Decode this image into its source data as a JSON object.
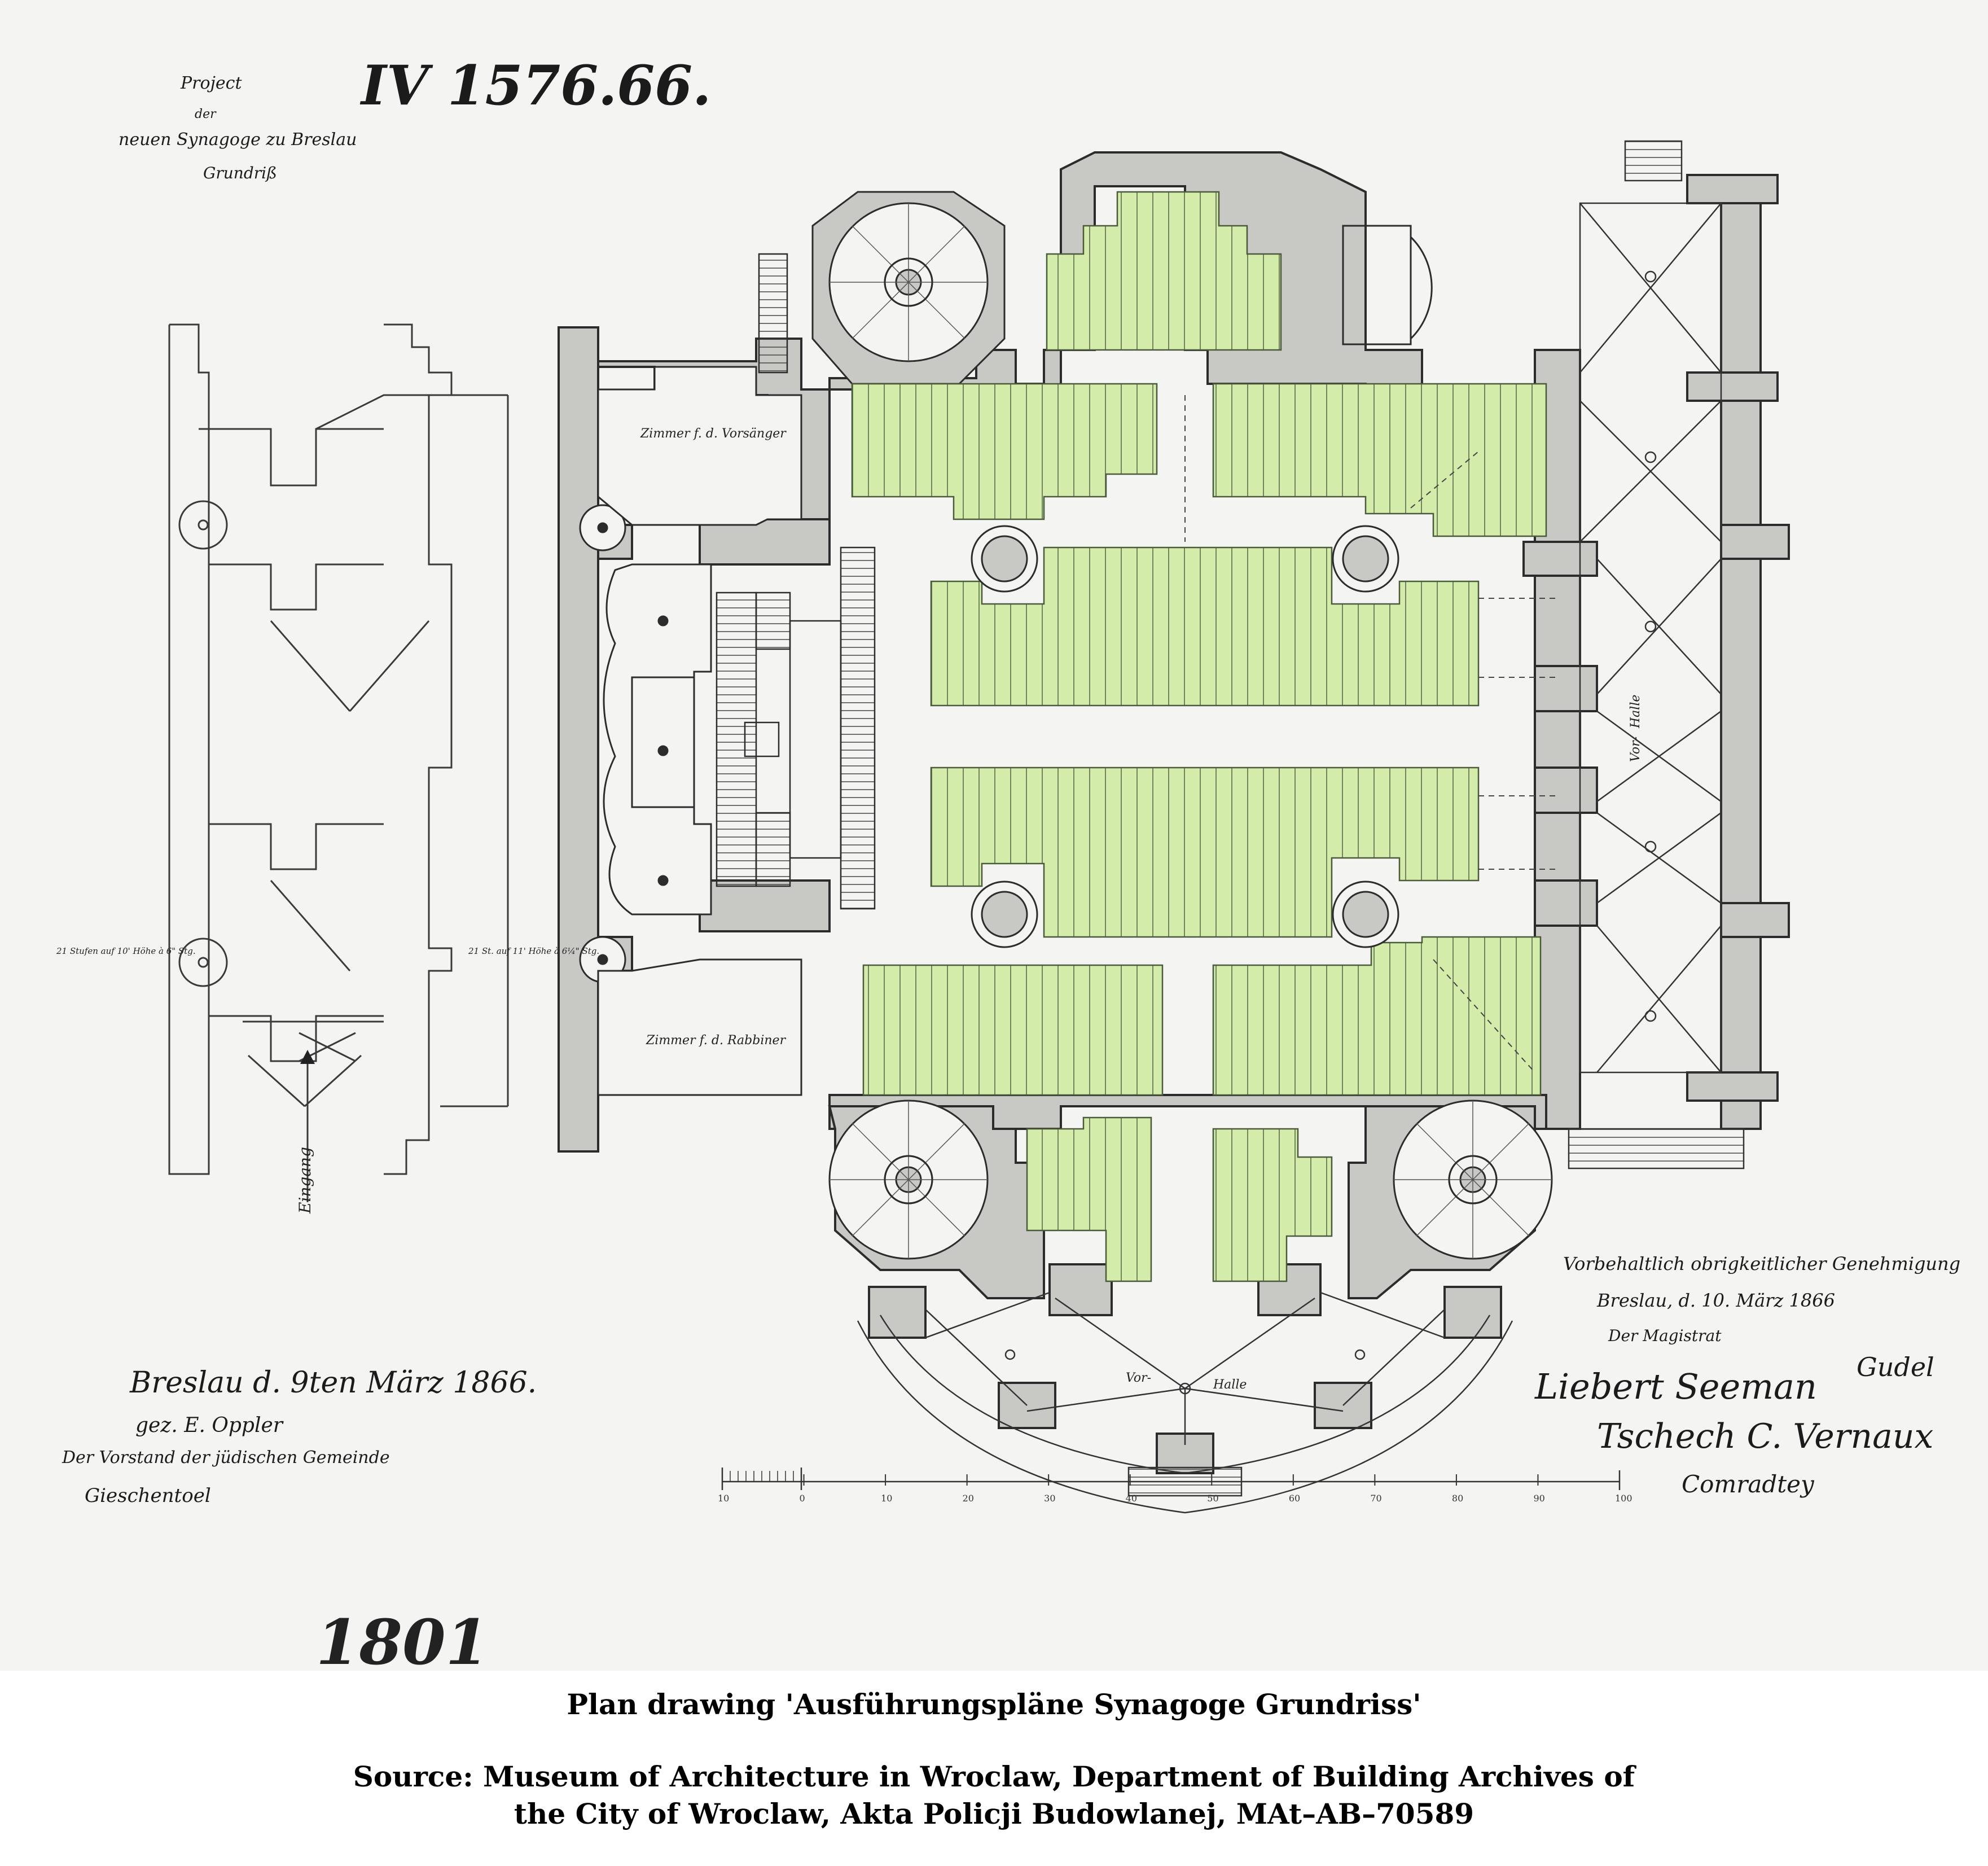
{
  "document": {
    "archive_number": "IV 1576.66.",
    "title_block": [
      "Project",
      "der",
      "neuen Synagoge zu Breslau",
      "Grundriß"
    ],
    "room_labels": {
      "vorsaenger": "Zimmer f. d. Vorsänger",
      "rabbiner": "Zimmer f. d. Rabbiner",
      "vorhalle_east_top": "Vor-",
      "vorhalle_east_bottom": "Halle",
      "vorhalle_south_left": "Vor-",
      "vorhalle_south_right": "Halle"
    },
    "side_notes": {
      "left": "21 Stufen auf 10' Höhe à 6\" Stg.",
      "right": "21 St. auf 11' Höhe à 6¼\" Stg."
    },
    "entrance_label": "Eingang",
    "signature_block": {
      "line1": "Breslau d. 9ten März 1866.",
      "line2": "gez. E. Oppler",
      "line3": "Der Vorstand der jüdischen Gemeinde",
      "line4": "Gieschentoel"
    },
    "approval_block": {
      "line1": "Vorbehaltlich obrigkeitlicher Genehmigung",
      "line2": "Breslau, d. 10. März 1866",
      "line3": "Der Magistrat",
      "line4": "Gudel",
      "line5": "Liebert Seeman",
      "line6": "Tschech   C. Vernaux",
      "line7": "Comradtey"
    },
    "stamp_number": "1801",
    "scale_ticks": [
      "10",
      "0",
      "10",
      "20",
      "30",
      "40",
      "50",
      "60",
      "70",
      "80",
      "90",
      "100"
    ]
  },
  "caption": {
    "title": "Plan drawing 'Ausführungspläne  Synagoge Grundriss'",
    "source_line1": "Source: Museum of Architecture in Wroclaw, Department of Building Archives of",
    "source_line2": "the City of Wroclaw, Akta Policji Budowlanej, MAt–AB–70589"
  },
  "colors": {
    "paper": "#f4f4f3",
    "wall_fill": "#c8c8c5",
    "wall_stroke": "#2c2c2c",
    "pew_green": "#d3ecaa",
    "ink": "#1b1b1b"
  }
}
